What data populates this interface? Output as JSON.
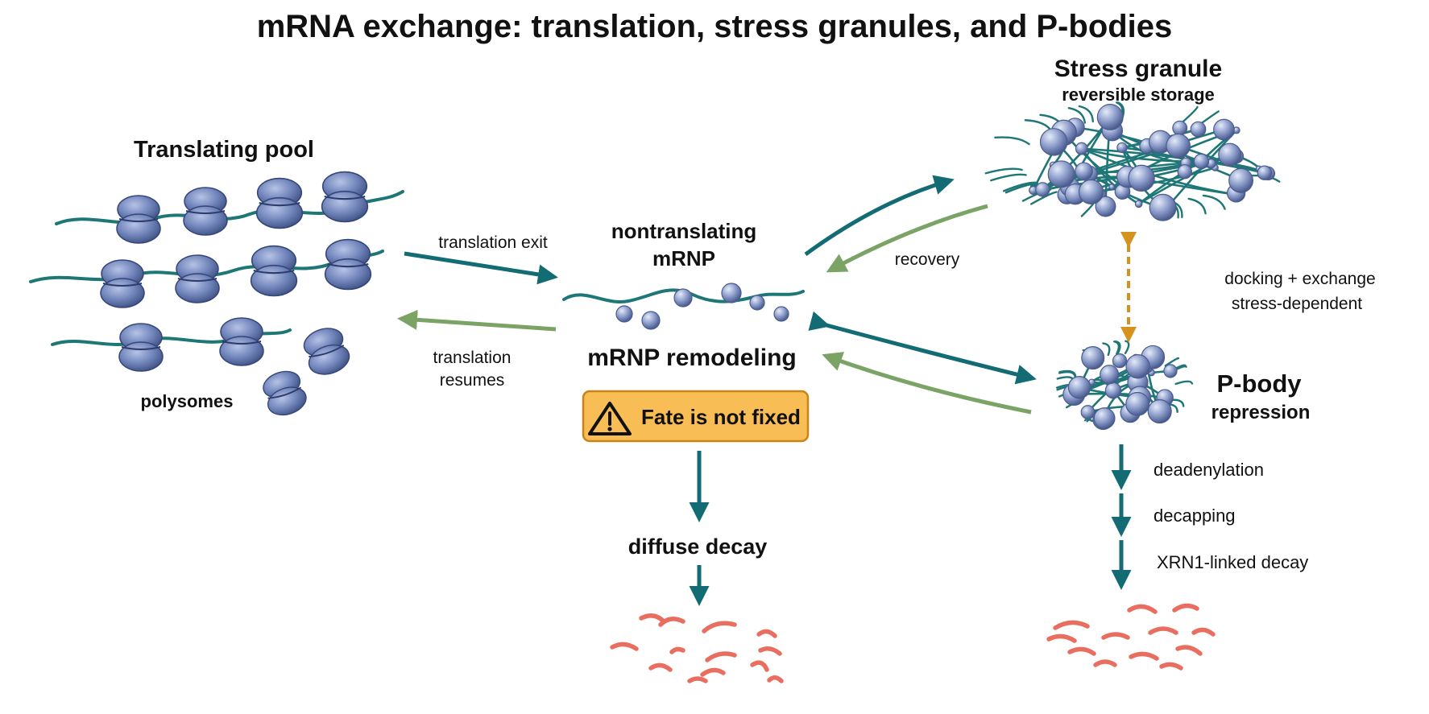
{
  "title": "mRNA exchange: translation, stress granules, and P-bodies",
  "translating_pool": {
    "heading": "Translating pool",
    "caption": "polysomes"
  },
  "center": {
    "heading_line1": "nontranslating",
    "heading_line2": "mRNP",
    "remodeling": "mRNP remodeling",
    "warning": "Fate is not fixed",
    "warning_icon": "warning-triangle-icon",
    "decay": "diffuse decay"
  },
  "stress_granule": {
    "heading": "Stress granule",
    "subheading": "reversible storage"
  },
  "p_body": {
    "heading": "P-body",
    "subheading": "repression",
    "steps": [
      "deadenylation",
      "decapping",
      "XRN1-linked decay"
    ]
  },
  "arrows": {
    "translation_exit": "translation exit",
    "translation_resumes_line1": "translation",
    "translation_resumes_line2": "resumes",
    "recovery": "recovery",
    "docking_line1": "docking + exchange",
    "docking_line2": "stress-dependent"
  },
  "colors": {
    "teal": "#136b74",
    "green": "#7ba366",
    "orange": "#d4921f",
    "ribosome": "#6d82b4",
    "ribosome_dark": "#3d4f80",
    "fragment": "#ec8677",
    "badge_fill": "#f8bd55",
    "badge_border": "#c98417"
  }
}
